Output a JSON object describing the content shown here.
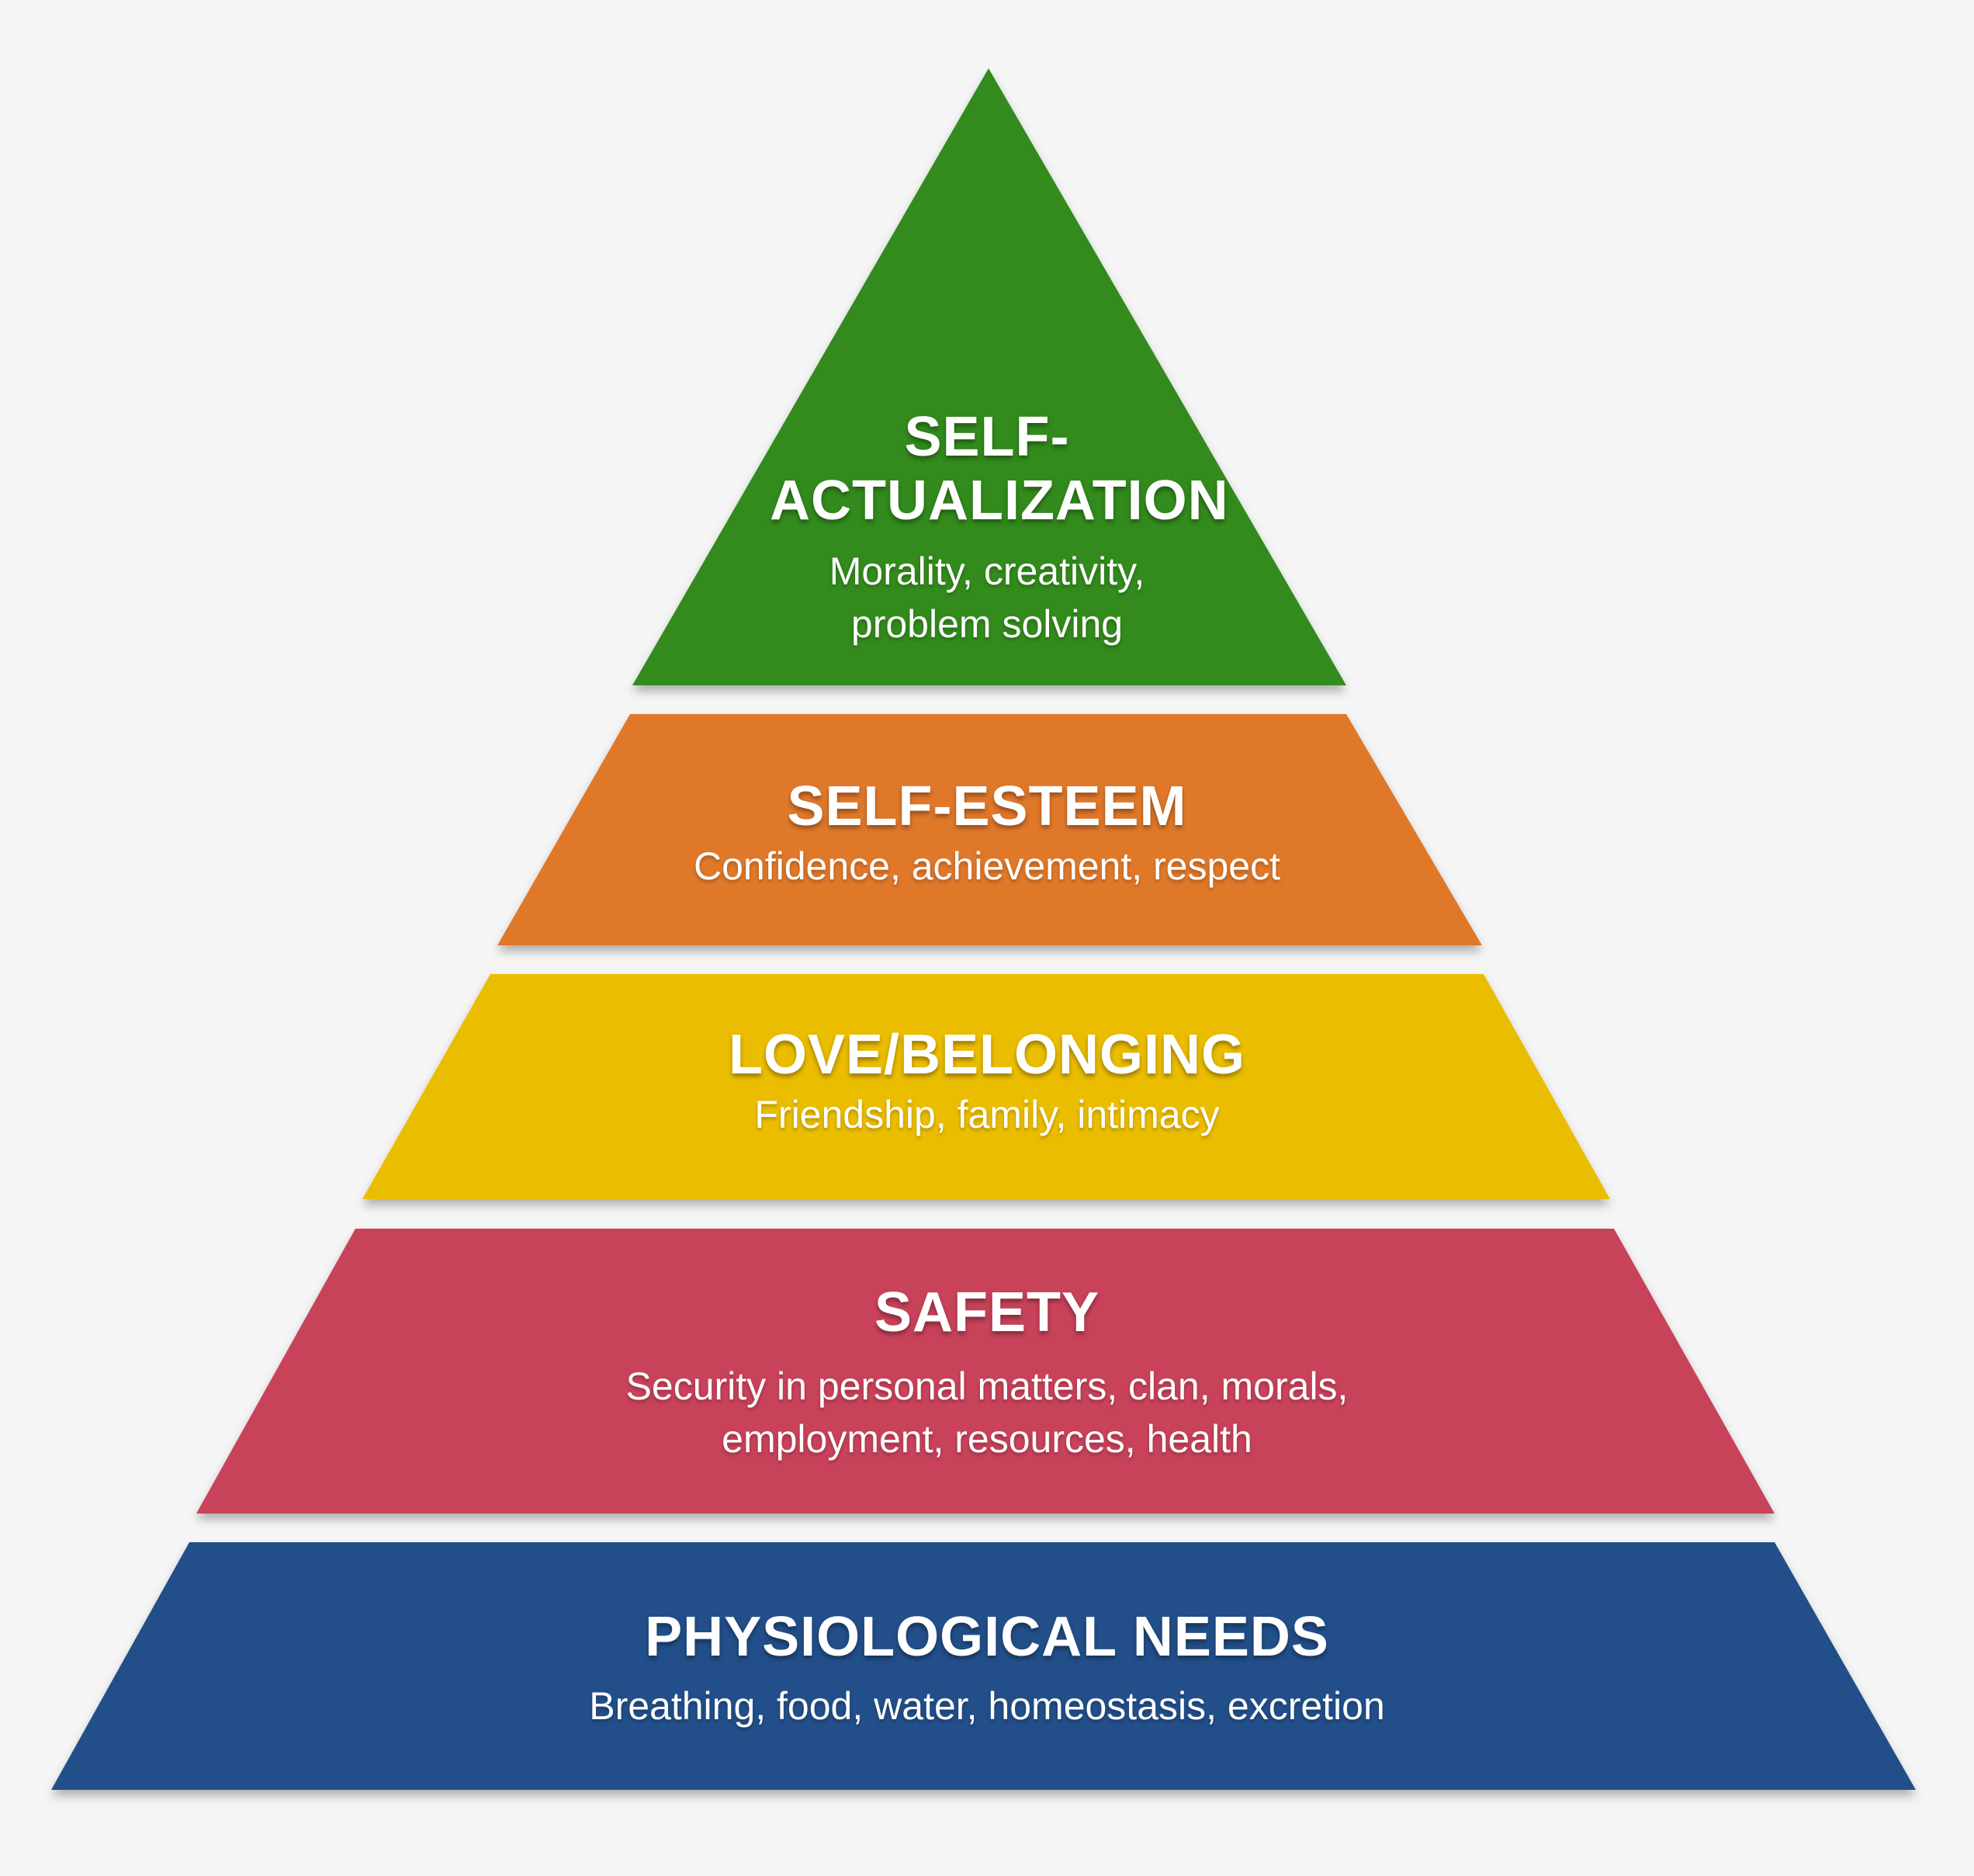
{
  "tiers": [
    {
      "id": "self-actualization",
      "title": "SELF-ACTUALIZATION",
      "description": "Morality, creativity, problem solving",
      "color": "#338b1e"
    },
    {
      "id": "self-esteem",
      "title": "SELF-ESTEEM",
      "description": "Confidence, achievement, respect",
      "color": "#e0782c"
    },
    {
      "id": "love-belonging",
      "title": "LOVE/BELONGING",
      "description": "Friendship, family, intimacy",
      "color": "#ebbd06"
    },
    {
      "id": "safety",
      "title": "SAFETY",
      "description": "Security in personal matters, clan, morals, employment, resources, health",
      "color": "#c8435a"
    },
    {
      "id": "physiological-needs",
      "title": "PHYSIOLOGICAL NEEDS",
      "description": "Breathing, food, water, homeostasis, excretion",
      "color": "#244f8a"
    }
  ],
  "background_color": "#f5f5f5",
  "text_color": "#ffffff"
}
